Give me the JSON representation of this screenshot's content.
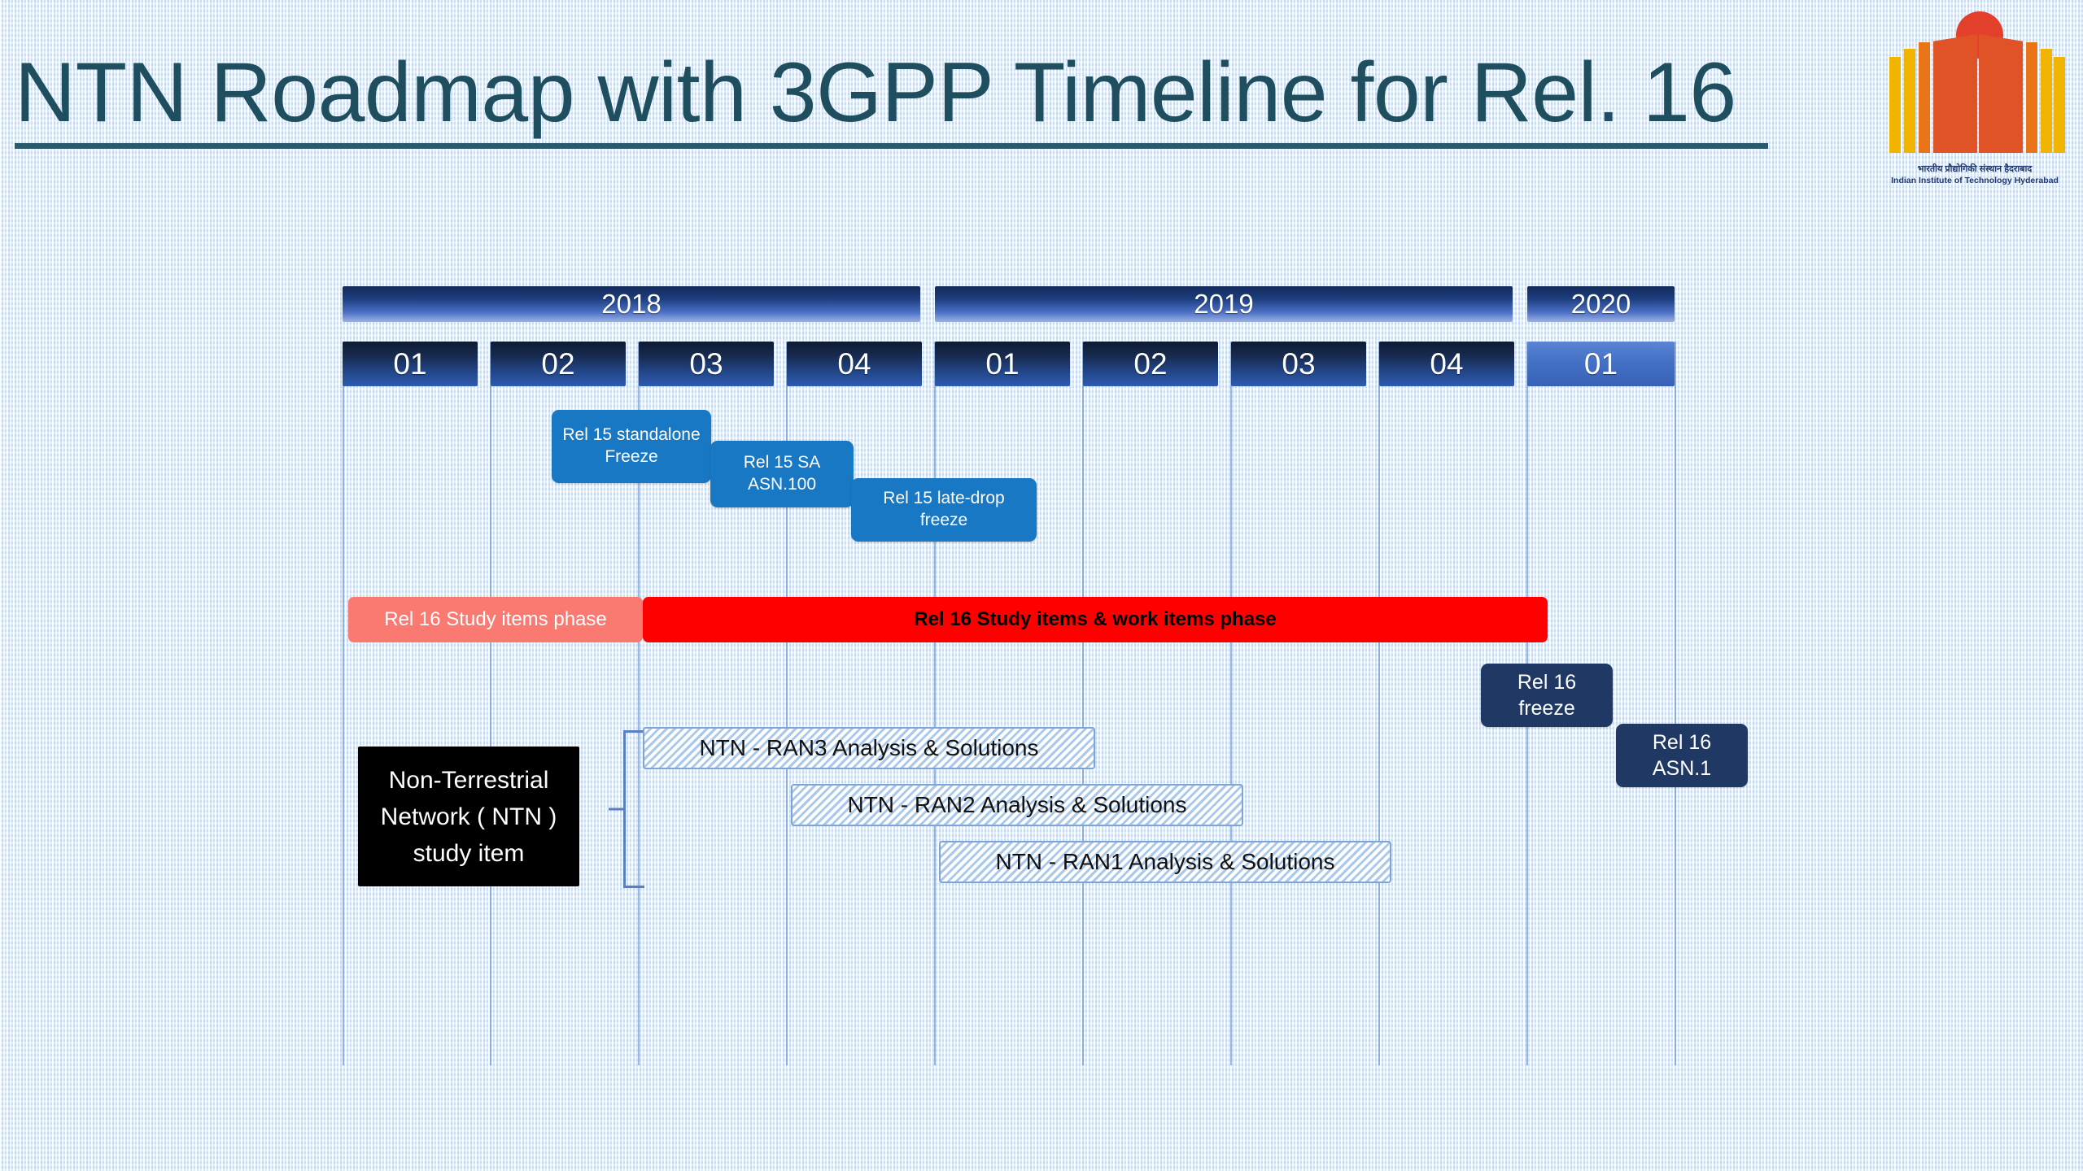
{
  "title": {
    "text": "NTN Roadmap with 3GPP Timeline for Rel. 16",
    "color": "#1f4e5f",
    "rule_color": "#2a5a6b"
  },
  "logo": {
    "name": "iit-hyderabad-logo",
    "caption_hindi": "भारतीय प्रौद्योगिकी संस्थान हैदराबाद",
    "caption_english": "Indian Institute of Technology Hyderabad",
    "dot_color": "#e2402a",
    "page_colors": [
      "#f1b400",
      "#ea7518",
      "#df5326"
    ]
  },
  "timeline": {
    "years": [
      {
        "label": "2018",
        "quarters": 4
      },
      {
        "label": "2019",
        "quarters": 4
      },
      {
        "label": "2020",
        "quarters": 1
      }
    ],
    "quarters": [
      {
        "label": "01",
        "year": "2018",
        "highlight": false
      },
      {
        "label": "02",
        "year": "2018",
        "highlight": false
      },
      {
        "label": "03",
        "year": "2018",
        "highlight": false
      },
      {
        "label": "04",
        "year": "2018",
        "highlight": false
      },
      {
        "label": "01",
        "year": "2019",
        "highlight": false
      },
      {
        "label": "02",
        "year": "2019",
        "highlight": false
      },
      {
        "label": "03",
        "year": "2019",
        "highlight": false
      },
      {
        "label": "04",
        "year": "2019",
        "highlight": false
      },
      {
        "label": "01",
        "year": "2020",
        "highlight": true
      }
    ]
  },
  "milestones": [
    {
      "id": "rel15-standalone-freeze",
      "text": "Rel 15 standalone Freeze",
      "style": "blue"
    },
    {
      "id": "rel15-sa-asn100",
      "text": "Rel 15 SA ASN.100",
      "style": "blue"
    },
    {
      "id": "rel15-late-drop-freeze",
      "text": "Rel 15 late-drop freeze",
      "style": "blue"
    },
    {
      "id": "rel16-freeze",
      "text": "Rel 16 freeze",
      "style": "navy"
    },
    {
      "id": "rel16-asn1",
      "text": "Rel 16 ASN.1",
      "style": "navy"
    }
  ],
  "phases": [
    {
      "id": "rel16-study-items-phase",
      "text": "Rel 16 Study items phase",
      "style": "light",
      "color": "#fa7a72"
    },
    {
      "id": "rel16-study-and-work-items",
      "text": "Rel 16 Study items & work items phase",
      "style": "strong",
      "color": "#fe0000"
    }
  ],
  "ntn": {
    "label_box": "Non-Terrestrial Network ( NTN ) study item",
    "label_lines": [
      "Non-Terrestrial",
      "Network ( NTN )",
      "study item"
    ],
    "bars": [
      {
        "id": "ntn-ran3",
        "text": "NTN - RAN3 Analysis & Solutions"
      },
      {
        "id": "ntn-ran2",
        "text": "NTN - RAN2 Analysis & Solutions"
      },
      {
        "id": "ntn-ran1",
        "text": "NTN - RAN1 Analysis & Solutions"
      }
    ]
  },
  "colors": {
    "background": "#dce9f7",
    "accent_blue": "#1878c4",
    "navy": "#1f3864",
    "grid_line": "#608ccd"
  }
}
